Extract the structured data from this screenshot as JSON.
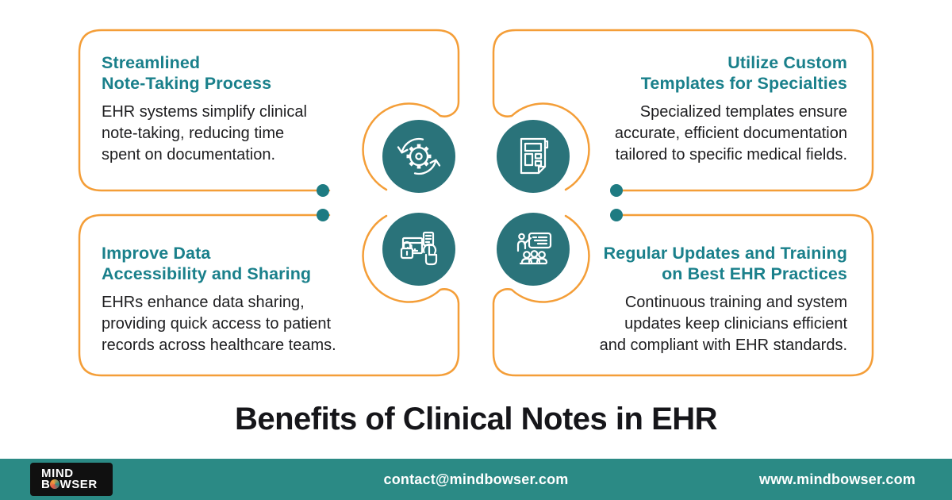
{
  "colors": {
    "accent_orange": "#F49E38",
    "icon_circle_teal": "#2A737A",
    "heading_teal": "#1A808B",
    "footer_teal": "#2B8A85",
    "dot_teal": "#1E7B82",
    "body_text": "#1E1E20",
    "logo_box_black": "#101010"
  },
  "cards": [
    {
      "position": "top-left",
      "icon": "sync-gear-icon",
      "heading_line1": "Streamlined",
      "heading_line2": "Note-Taking Process",
      "body_line1": "EHR systems simplify clinical",
      "body_line2": "note-taking, reducing time",
      "body_line3": "spent on documentation."
    },
    {
      "position": "top-right",
      "icon": "custom-template-icon",
      "heading_line1": "Utilize Custom",
      "heading_line2": "Templates for Specialties",
      "body_line1": "Specialized templates ensure",
      "body_line2": "accurate, efficient documentation",
      "body_line3": "tailored to specific medical fields."
    },
    {
      "position": "bottom-left",
      "icon": "data-access-icon",
      "heading_line1": "Improve Data",
      "heading_line2": "Accessibility and Sharing",
      "body_line1": "EHRs enhance data sharing,",
      "body_line2": "providing quick access to patient",
      "body_line3": "records across healthcare teams."
    },
    {
      "position": "bottom-right",
      "icon": "training-icon",
      "heading_line1": "Regular Updates and Training",
      "heading_line2": "on Best EHR Practices",
      "body_line1": "Continuous training and system",
      "body_line2": "updates keep clinicians efficient",
      "body_line3": "and compliant with EHR standards."
    }
  ],
  "title": "Benefits of Clinical Notes in EHR",
  "footer": {
    "logo_line1": "MIND",
    "logo_line2_pre": "B",
    "logo_line2_post": "WSER",
    "email": "contact@mindbowser.com",
    "website": "www.mindbowser.com"
  }
}
